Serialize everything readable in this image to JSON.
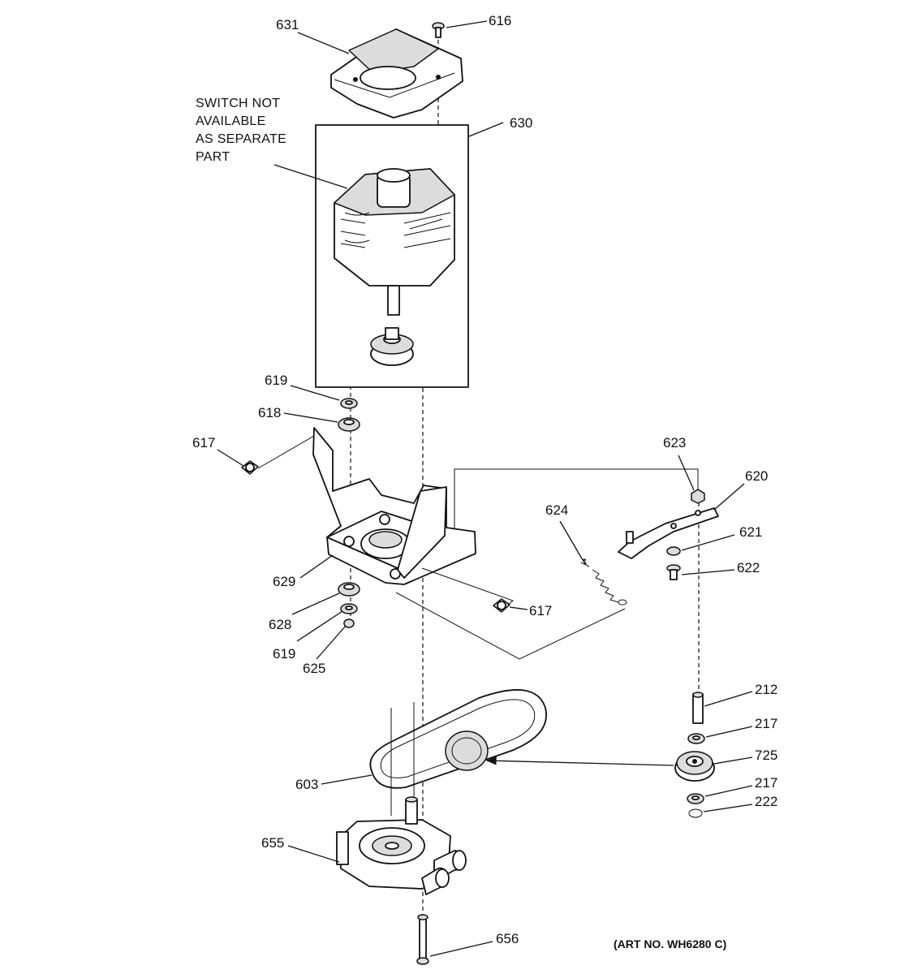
{
  "diagram": {
    "labels": {
      "l631": "631",
      "l616": "616",
      "l630": "630",
      "l619a": "619",
      "l618": "618",
      "l617a": "617",
      "l629": "629",
      "l628": "628",
      "l619b": "619",
      "l625": "625",
      "l617b": "617",
      "l623": "623",
      "l620": "620",
      "l624": "624",
      "l621": "621",
      "l622": "622",
      "l212": "212",
      "l217a": "217",
      "l725": "725",
      "l217b": "217",
      "l222": "222",
      "l603": "603",
      "l655": "655",
      "l656": "656"
    },
    "switch_note": {
      "line1": "SWITCH NOT",
      "line2": "AVAILABLE",
      "line3": "AS SEPARATE",
      "line4": "PART"
    },
    "art_no": "(ART NO. WH6280 C)"
  }
}
